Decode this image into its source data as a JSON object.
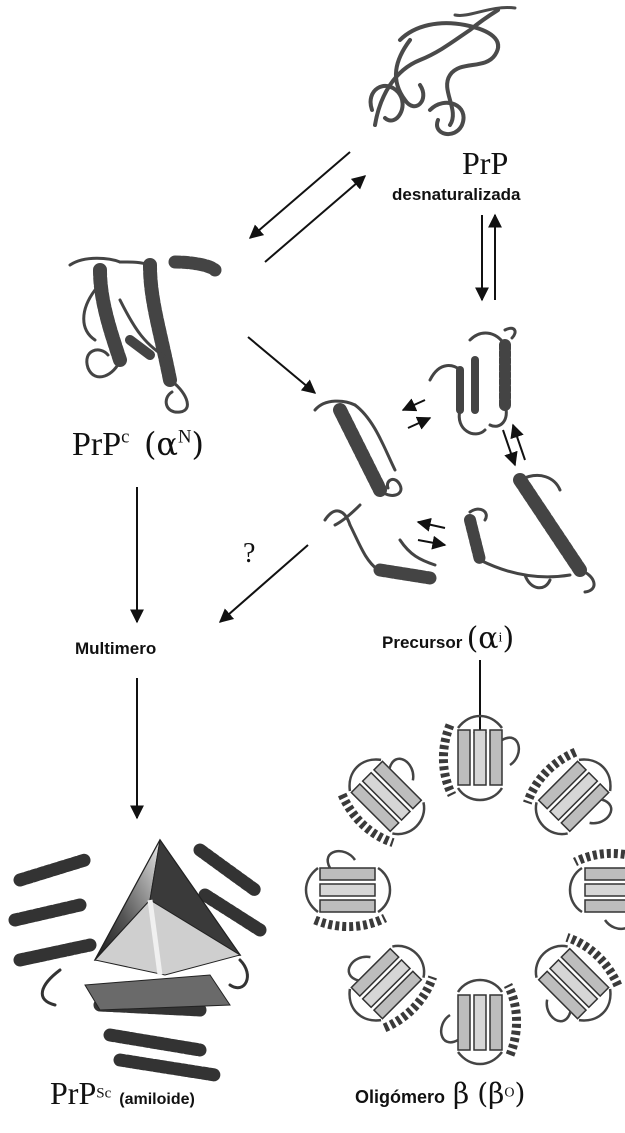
{
  "labels": {
    "denatured_name": "PrP",
    "denatured_desc": "desnaturalizada",
    "prpc_base": "PrP",
    "prpc_sup": "c",
    "prpc_form_open": "(α",
    "prpc_form_sup": "N",
    "prpc_form_close": ")",
    "question": "?",
    "multimer": "Multimero",
    "precursor": "Precursor",
    "precursor_form_open": "(α",
    "precursor_form_sup": "i",
    "precursor_form_close": ")",
    "prpsc_base": "PrP",
    "prpsc_sup": "Sc",
    "prpsc_desc": "(amiloide)",
    "oligomer_word": "Oligómero",
    "oligomer_beta": "β",
    "oligomer_form_open": "(β",
    "oligomer_form_sup": "O",
    "oligomer_form_close": ")"
  },
  "colors": {
    "ink": "#111111",
    "structure_grey": "#4a4a4a",
    "structure_light": "#8a8a8a"
  }
}
